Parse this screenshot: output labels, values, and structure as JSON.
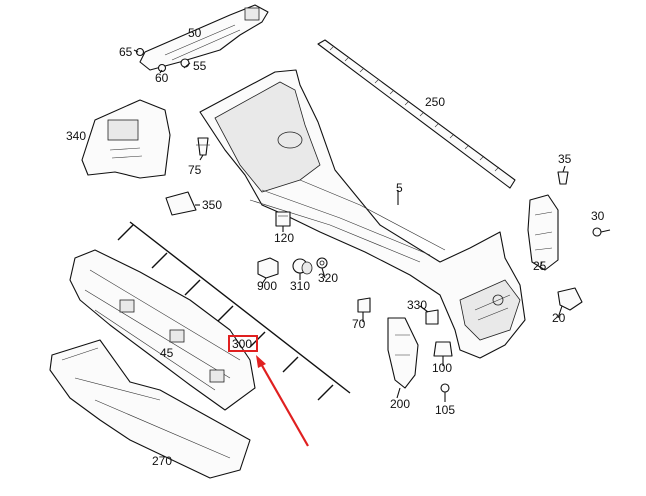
{
  "callouts": {
    "c5": "5",
    "c20": "20",
    "c25": "25",
    "c30": "30",
    "c35": "35",
    "c45": "45",
    "c50": "50",
    "c55": "55",
    "c60": "60",
    "c65": "65",
    "c70": "70",
    "c75": "75",
    "c100": "100",
    "c105": "105",
    "c120": "120",
    "c200": "200",
    "c250": "250",
    "c270": "270",
    "c300": "300",
    "c310": "310",
    "c320": "320",
    "c330": "330",
    "c340": "340",
    "c350": "350",
    "c900": "900"
  },
  "highlight": {
    "color": "#e02020",
    "target": "300"
  }
}
